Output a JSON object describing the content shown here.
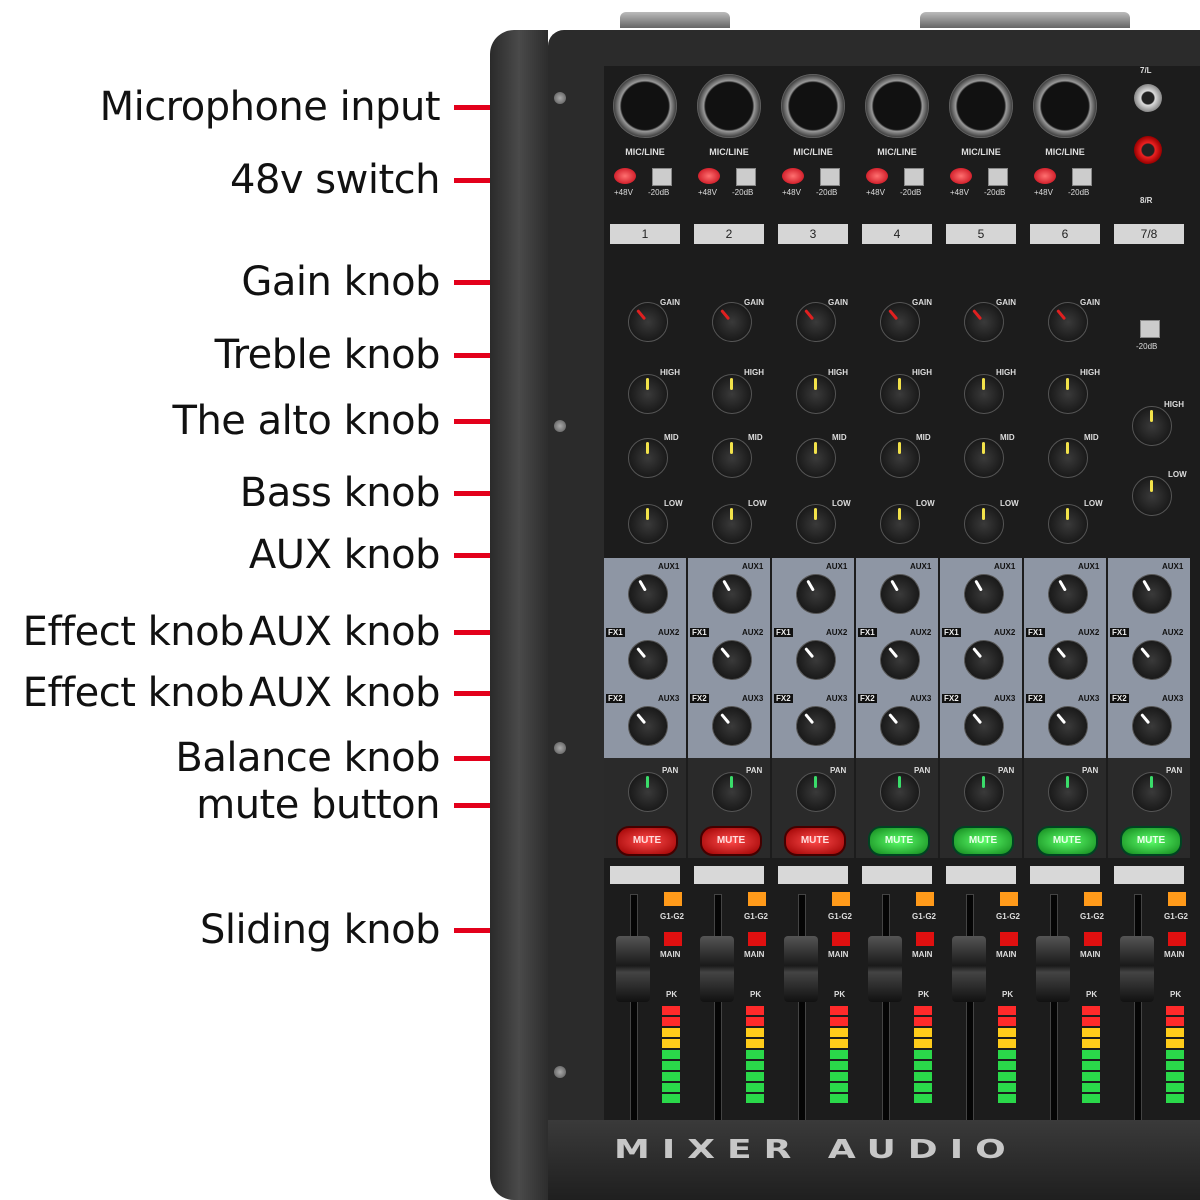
{
  "callouts": [
    {
      "label": "Microphone input"
    },
    {
      "label": "48v switch"
    },
    {
      "label": "Gain knob"
    },
    {
      "label": "Treble knob"
    },
    {
      "label": "The alto knob"
    },
    {
      "label": "Bass knob"
    },
    {
      "label": "AUX knob"
    },
    {
      "label": "AUX knob",
      "extra": "Effect knob"
    },
    {
      "label": "AUX knob",
      "extra": "Effect knob"
    },
    {
      "label": "Balance knob"
    },
    {
      "label": "mute button"
    },
    {
      "label": "Sliding knob"
    }
  ],
  "mixer": {
    "brand": "MIXER AUDIO",
    "mic_label": "MIC/LINE",
    "phantom_label": "+48V",
    "pad_label": "-20dB",
    "gain_label": "GAIN",
    "high_label": "HIGH",
    "mid_label": "MID",
    "low_label": "LOW",
    "aux1_label": "AUX1",
    "aux2_label": "AUX2",
    "aux3_label": "AUX3",
    "fx1_label": "FX1",
    "fx2_label": "FX2",
    "pan_label": "PAN",
    "mute_label": "MUTE",
    "group_label": "G1-G2",
    "main_label": "MAIN",
    "pk_label": "PK",
    "stereo_top": "7/L",
    "stereo_bottom": "8/R",
    "channels": [
      {
        "num": "1",
        "mute": "red"
      },
      {
        "num": "2",
        "mute": "red"
      },
      {
        "num": "3",
        "mute": "red"
      },
      {
        "num": "4",
        "mute": "green"
      },
      {
        "num": "5",
        "mute": "green"
      },
      {
        "num": "6",
        "mute": "green"
      },
      {
        "num": "7/8",
        "mute": "green"
      }
    ]
  }
}
